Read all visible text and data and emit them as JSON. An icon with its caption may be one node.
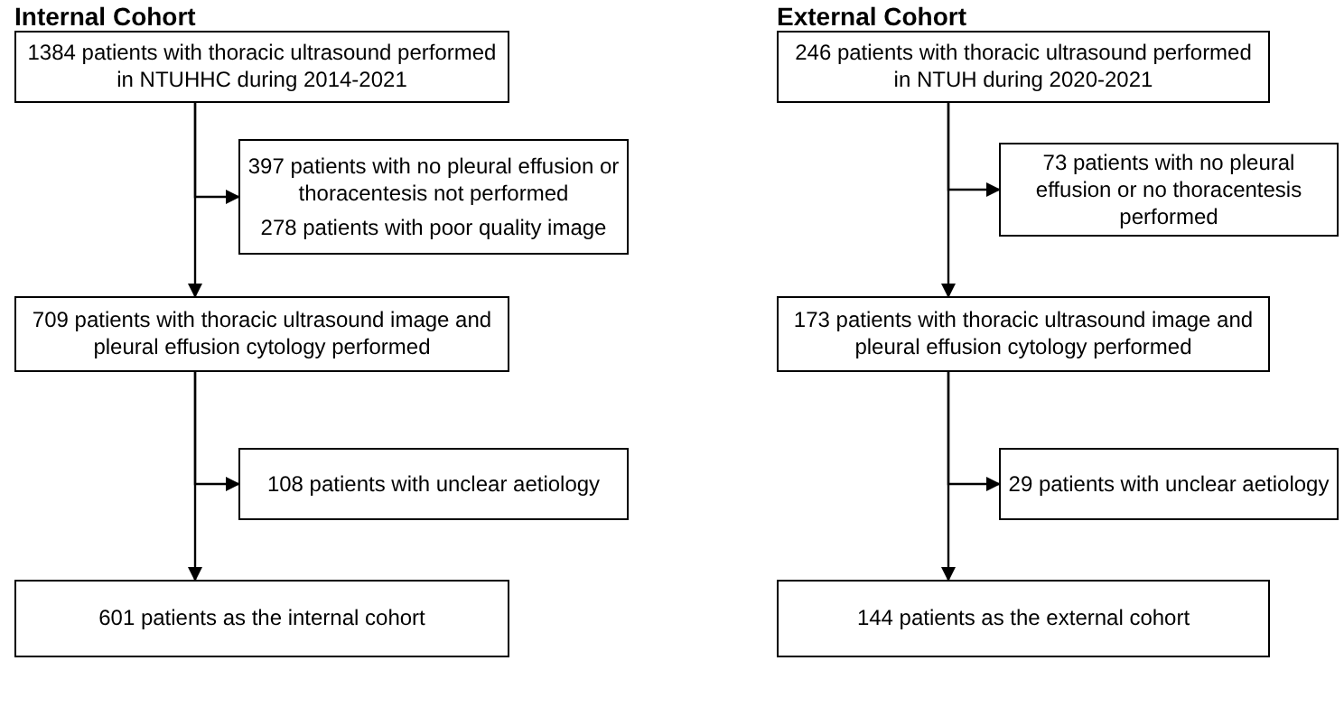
{
  "diagram": {
    "nodes": [
      {
        "text": [
          "1384 patients with thoracic ultrasound performed in NTUHHC during 2014-2021"
        ]
      },
      {
        "text": [
          "397 patients with no pleural effusion or thoracentesis not performed",
          "278 patients with poor quality image"
        ]
      },
      {
        "text": [
          "709 patients with thoracic ultrasound image and pleural effusion cytology performed"
        ]
      },
      {
        "text": [
          "108 patients with unclear aetiology"
        ]
      },
      {
        "text": [
          "601 patients as the internal cohort"
        ]
      },
      {
        "text": [
          "246 patients with thoracic ultrasound performed in NTUH during 2020-2021"
        ]
      },
      {
        "text": [
          "73 patients with no pleural effusion or no thoracentesis performed"
        ]
      },
      {
        "text": [
          "173 patients with thoracic ultrasound image and pleural effusion cytology performed"
        ]
      },
      {
        "text": [
          "29 patients with unclear aetiology"
        ]
      },
      {
        "text": [
          "144 patients as the external cohort"
        ]
      }
    ],
    "edges": [
      {
        "from": 0,
        "to": 2,
        "arrow": "to"
      },
      {
        "from": 0,
        "to": 1,
        "arrow": "to"
      },
      {
        "from": 2,
        "to": 4,
        "arrow": "to"
      },
      {
        "from": 2,
        "to": 3,
        "arrow": "to"
      },
      {
        "from": 5,
        "to": 7,
        "arrow": "to"
      },
      {
        "from": 5,
        "to": 6,
        "arrow": "to"
      },
      {
        "from": 7,
        "to": 9,
        "arrow": "to"
      },
      {
        "from": 7,
        "to": 8,
        "arrow": "to"
      }
    ],
    "labels": [
      "Internal Cohort",
      "External Cohort"
    ]
  }
}
